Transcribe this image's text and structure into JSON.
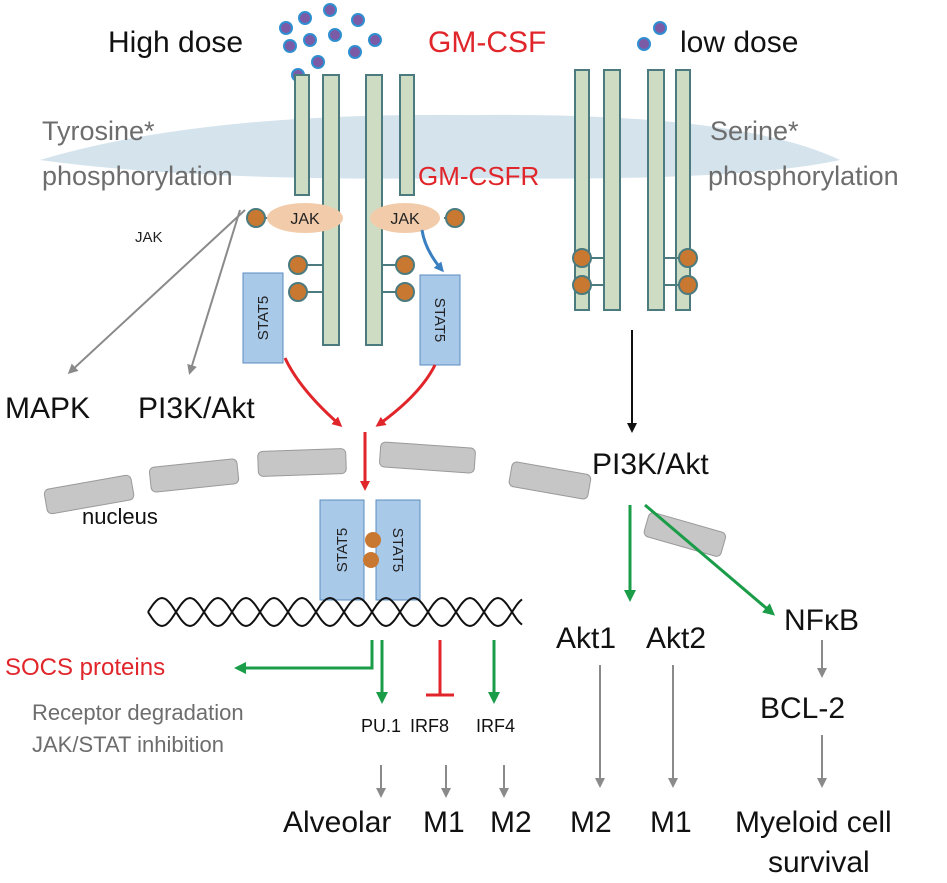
{
  "labels": {
    "high_dose": "High dose",
    "ligand": "GM-CSF",
    "low_dose": "low dose",
    "tyrosine_1": "Tyrosine*",
    "tyrosine_2": "phosphorylation",
    "serine_1": "Serine*",
    "serine_2": "phosphorylation",
    "receptor": "GM-CSFR",
    "jak_left": "JAK",
    "jak_right": "JAK",
    "jak_small": "JAK",
    "stat5_left": "STAT5",
    "stat5_right": "STAT5",
    "stat5_dimer_left": "STAT5",
    "stat5_dimer_right": "STAT5",
    "mapk": "MAPK",
    "pi3k_left": "PI3K/Akt",
    "pi3k_right": "PI3K/Akt",
    "nucleus": "nucleus",
    "socs": "SOCS proteins",
    "receptor_degradation": "Receptor degradation",
    "jak_stat_inhibition": "JAK/STAT inhibition",
    "pu1": "PU.1",
    "irf8": "IRF8",
    "irf4": "IRF4",
    "alveolar": "Alveolar",
    "m1_left": "M1",
    "m2_left": "M2",
    "akt1": "Akt1",
    "akt2": "Akt2",
    "m2_right": "M2",
    "m1_right": "M1",
    "nfkb": "NFκB",
    "bcl2": "BCL-2",
    "myeloid_1": "Myeloid cell",
    "myeloid_2": "survival"
  },
  "colors": {
    "red": "#e0262b",
    "green": "#1a9c48",
    "gray_arrow": "#8a8a8a",
    "gray_text": "#6d6d6d",
    "blue_arrow": "#3a7fc1",
    "membrane": "#cfe0ea",
    "receptor_fill": "#cddcc2",
    "receptor_stroke": "#4c7b7f",
    "ligand_fill": "#7b5aa6",
    "ligand_stroke": "#2f8fd0",
    "phospho_fill": "#c87830",
    "jak_fill": "#f2ccaa",
    "stat_fill": "#a9c9e9",
    "stat_stroke": "#5a8cc0",
    "nucleus_fill": "#c6c6c6"
  }
}
